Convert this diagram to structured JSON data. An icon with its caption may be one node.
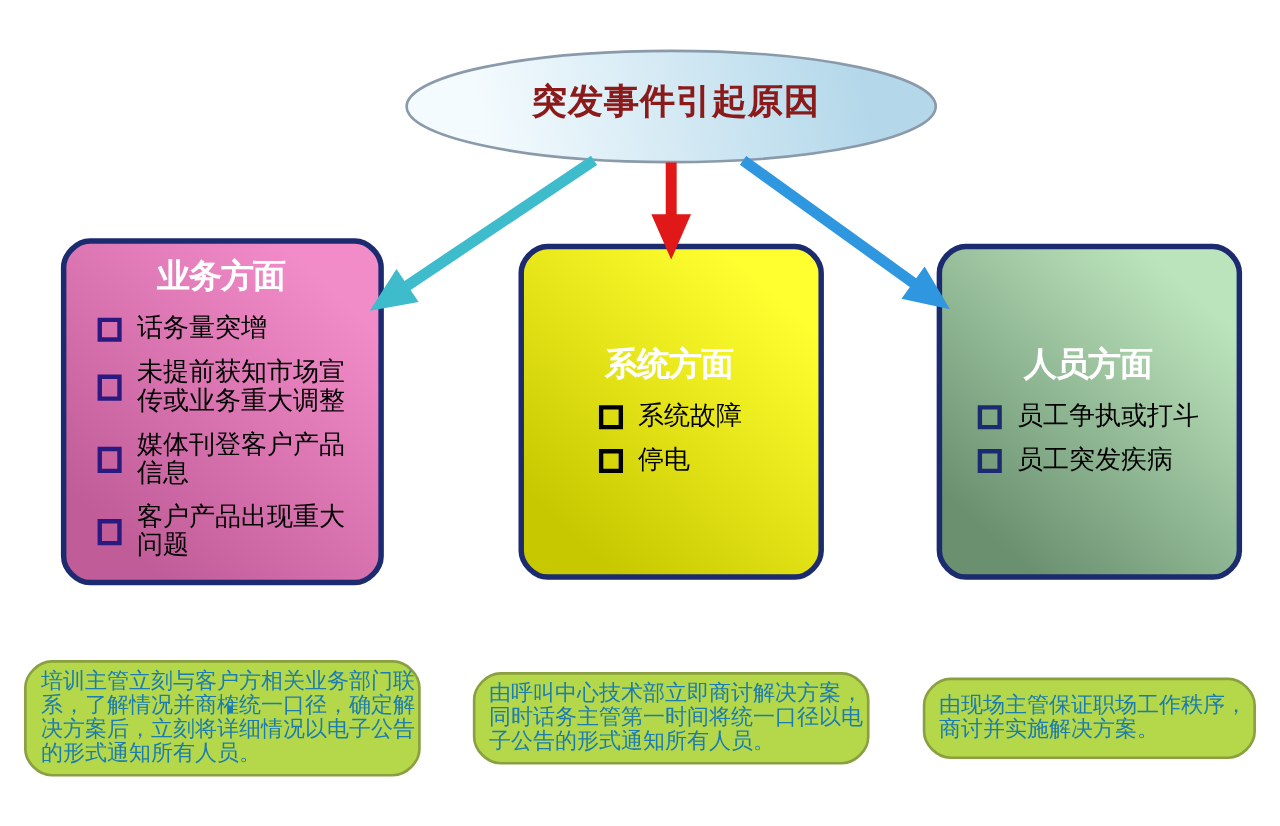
{
  "diagram": {
    "nodes": [
      {
        "text": [
          "突发事件引起原因"
        ]
      },
      {
        "text": [
          "业务方面",
          "话务量突增",
          "未提前获知市场宣传或业务重大调整",
          "媒体刊登客户产品信息",
          "客户产品出现重大问题"
        ]
      },
      {
        "text": [
          "系统方面",
          "系统故障",
          "停电"
        ]
      },
      {
        "text": [
          "人员方面",
          "员工争执或打斗",
          "员工突发疾病"
        ]
      },
      {
        "text": [
          "培训主管立刻与客户方相关业务部门联系，了解情况并商榷统一口径，确定解决方案后，立刻将详细情况以电子公告的形式通知所有人员。"
        ]
      },
      {
        "text": [
          "由呼叫中心技术部立即商讨解决方案，同时话务主管第一时间将统一口径以电子公告的形式通知所有人员。"
        ]
      },
      {
        "text": [
          "由现场主管保证职场工作秩序，商讨并实施解决方案。"
        ]
      }
    ],
    "edges": [
      {
        "from": 0,
        "to": 1,
        "arrow": "to",
        "color": "#3fbccc"
      },
      {
        "from": 0,
        "to": 2,
        "arrow": "to",
        "color": "#e01818"
      },
      {
        "from": 0,
        "to": 3,
        "arrow": "to",
        "color": "#2f96e0"
      }
    ]
  }
}
